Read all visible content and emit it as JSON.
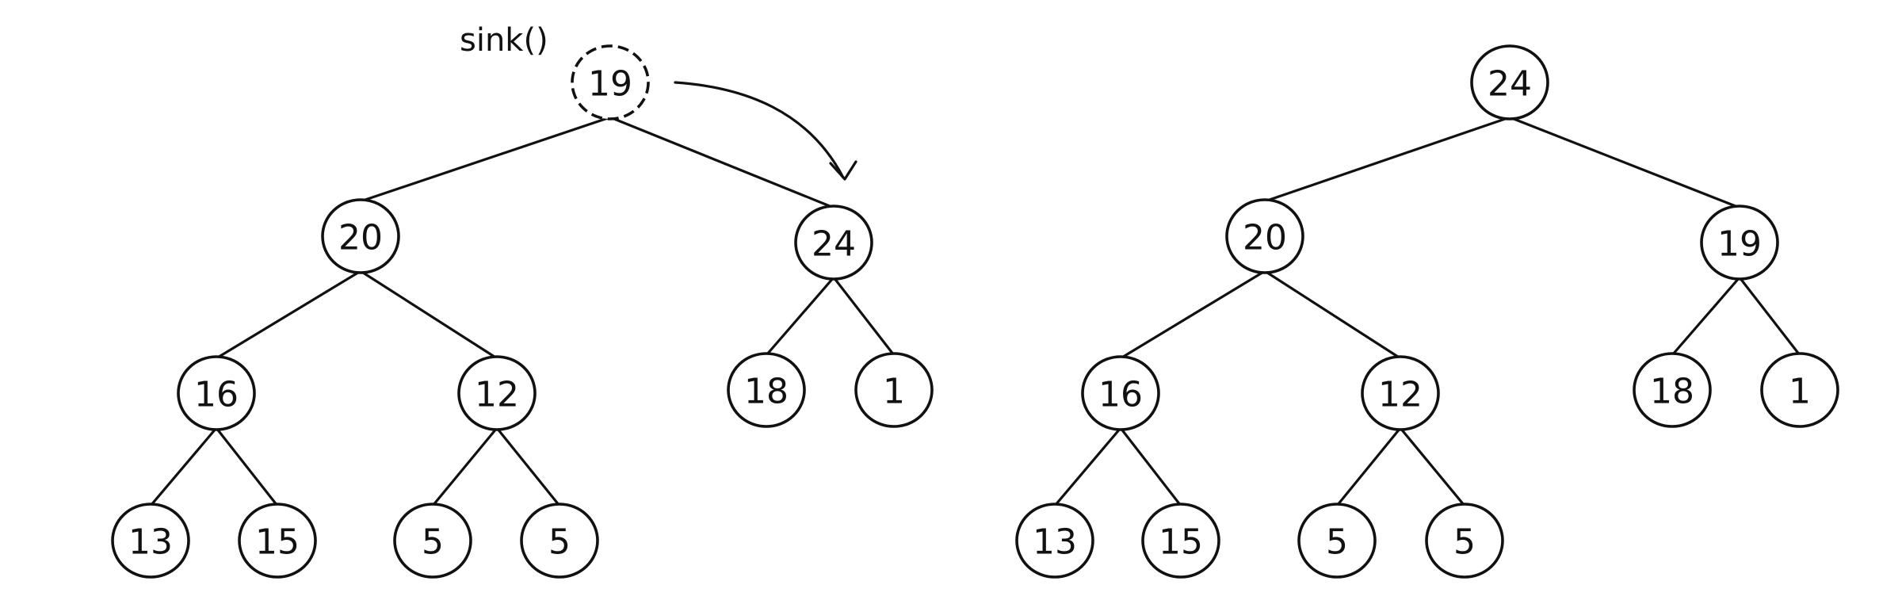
{
  "annotation": {
    "label": "sink()"
  },
  "before_tree": {
    "nodes": [
      {
        "id": "b-root",
        "label": "19",
        "highlighted": true
      },
      {
        "id": "b-l",
        "label": "20"
      },
      {
        "id": "b-r",
        "label": "24"
      },
      {
        "id": "b-ll",
        "label": "16"
      },
      {
        "id": "b-lr",
        "label": "12"
      },
      {
        "id": "b-rl",
        "label": "18"
      },
      {
        "id": "b-rr",
        "label": "1"
      },
      {
        "id": "b-lll",
        "label": "13"
      },
      {
        "id": "b-llr",
        "label": "15"
      },
      {
        "id": "b-lrl",
        "label": "5"
      },
      {
        "id": "b-lrr",
        "label": "5"
      }
    ],
    "edges": [
      [
        "b-root",
        "b-l"
      ],
      [
        "b-root",
        "b-r"
      ],
      [
        "b-l",
        "b-ll"
      ],
      [
        "b-l",
        "b-lr"
      ],
      [
        "b-r",
        "b-rl"
      ],
      [
        "b-r",
        "b-rr"
      ],
      [
        "b-ll",
        "b-lll"
      ],
      [
        "b-ll",
        "b-llr"
      ],
      [
        "b-lr",
        "b-lrl"
      ],
      [
        "b-lr",
        "b-lrr"
      ]
    ]
  },
  "after_tree": {
    "nodes": [
      {
        "id": "a-root",
        "label": "24"
      },
      {
        "id": "a-l",
        "label": "20"
      },
      {
        "id": "a-r",
        "label": "19"
      },
      {
        "id": "a-ll",
        "label": "16"
      },
      {
        "id": "a-lr",
        "label": "12"
      },
      {
        "id": "a-rl",
        "label": "18"
      },
      {
        "id": "a-rr",
        "label": "1"
      },
      {
        "id": "a-lll",
        "label": "13"
      },
      {
        "id": "a-llr",
        "label": "15"
      },
      {
        "id": "a-lrl",
        "label": "5"
      },
      {
        "id": "a-lrr",
        "label": "5"
      }
    ],
    "edges": [
      [
        "a-root",
        "a-l"
      ],
      [
        "a-root",
        "a-r"
      ],
      [
        "a-l",
        "a-ll"
      ],
      [
        "a-l",
        "a-lr"
      ],
      [
        "a-r",
        "a-rl"
      ],
      [
        "a-r",
        "a-rr"
      ],
      [
        "a-ll",
        "a-lll"
      ],
      [
        "a-ll",
        "a-llr"
      ],
      [
        "a-lr",
        "a-lrl"
      ],
      [
        "a-lr",
        "a-lrr"
      ]
    ]
  }
}
